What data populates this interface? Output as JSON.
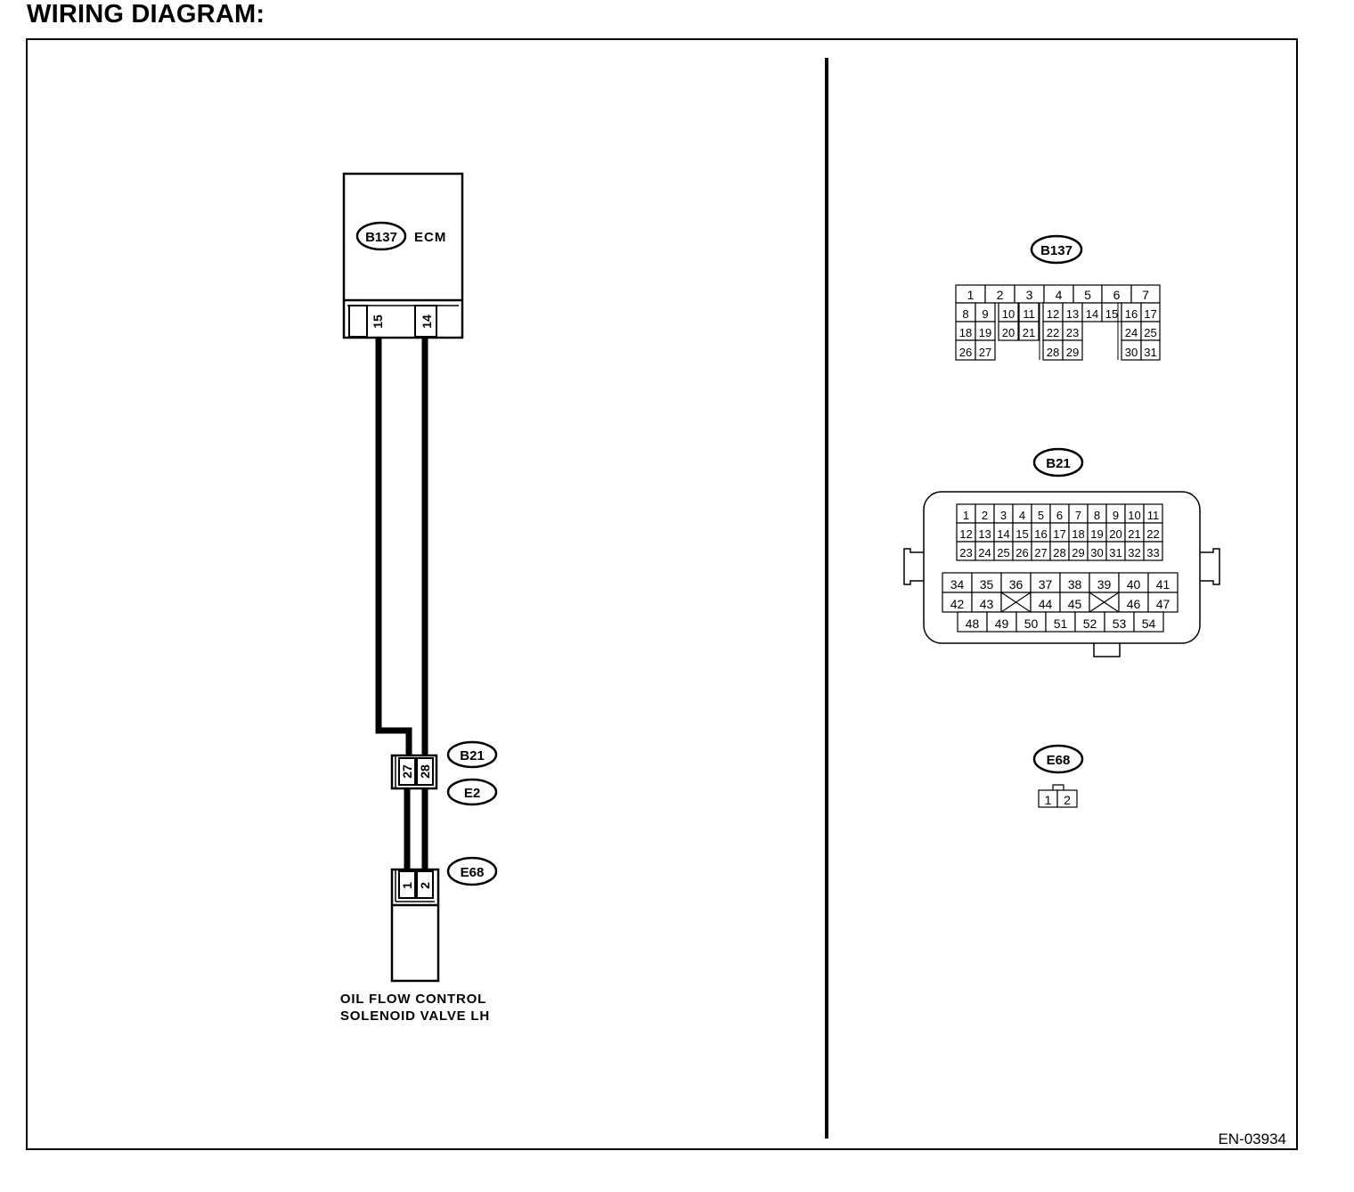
{
  "page": {
    "title": "WIRING DIAGRAM:",
    "figure_code": "EN-03934"
  },
  "ecm": {
    "connector_code": "B137",
    "label": "ECM",
    "pins": [
      "15",
      "14"
    ]
  },
  "intermediate_connector": {
    "code_top": "B21",
    "code_bottom": "E2",
    "pins": [
      "27",
      "28"
    ]
  },
  "solenoid": {
    "connector_code": "E68",
    "pins": [
      "1",
      "2"
    ],
    "label_line1": "OIL FLOW CONTROL",
    "label_line2": "SOLENOID VALVE LH"
  },
  "connector_views": {
    "b137": {
      "code": "B137",
      "rows": [
        [
          "1",
          "2",
          "3",
          "4",
          "5",
          "6",
          "7"
        ],
        [
          "8",
          "9",
          "10",
          "11",
          "12",
          "13",
          "14",
          "15",
          "16",
          "17"
        ],
        [
          "18",
          "19",
          "20",
          "21",
          "22",
          "23",
          "24",
          "25"
        ],
        [
          "26",
          "27",
          "28",
          "29",
          "30",
          "31"
        ]
      ]
    },
    "b21": {
      "code": "B21",
      "upper_rows": [
        [
          "1",
          "2",
          "3",
          "4",
          "5",
          "6",
          "7",
          "8",
          "9",
          "10",
          "11"
        ],
        [
          "12",
          "13",
          "14",
          "15",
          "16",
          "17",
          "18",
          "19",
          "20",
          "21",
          "22"
        ],
        [
          "23",
          "24",
          "25",
          "26",
          "27",
          "28",
          "29",
          "30",
          "31",
          "32",
          "33"
        ]
      ],
      "lower_rows": [
        [
          "34",
          "35",
          "36",
          "37",
          "38",
          "39",
          "40",
          "41"
        ],
        [
          "42",
          "43",
          "",
          "44",
          "45",
          "",
          "46",
          "47"
        ],
        [
          "48",
          "49",
          "50",
          "51",
          "52",
          "53",
          "54"
        ]
      ]
    },
    "e68": {
      "code": "E68",
      "pins": [
        "1",
        "2"
      ]
    }
  }
}
